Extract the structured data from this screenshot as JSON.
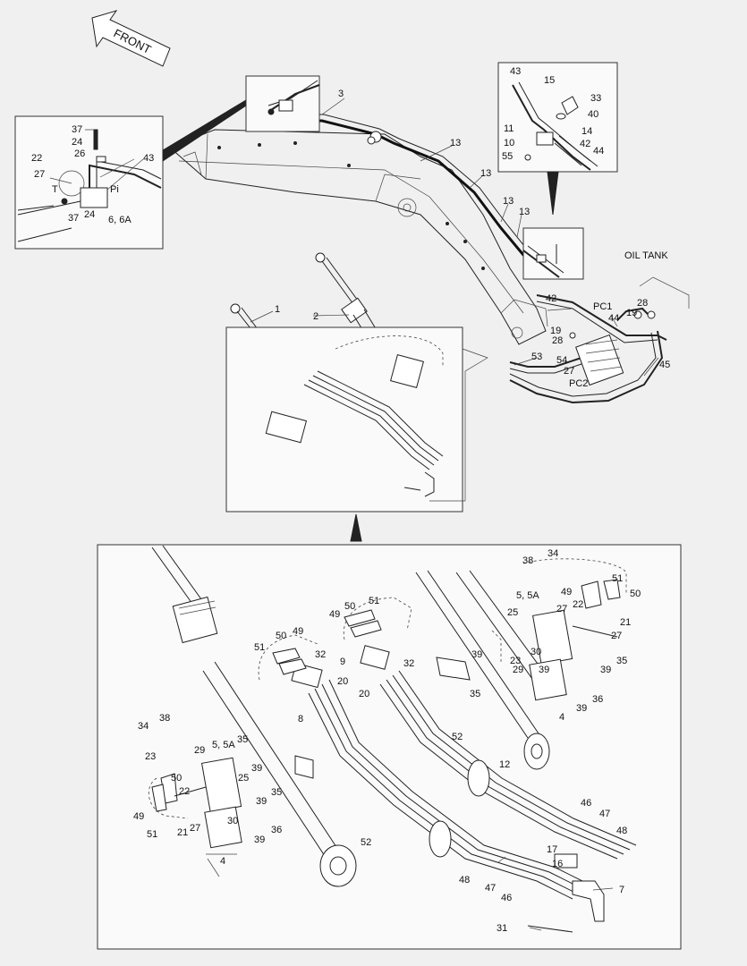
{
  "front_arrow": {
    "text": "FRONT"
  },
  "oil_tank": "OIL TANK",
  "labels": [
    {
      "id": "l_3",
      "t": "3"
    },
    {
      "id": "l_13a",
      "t": "13"
    },
    {
      "id": "l_13b",
      "t": "13"
    },
    {
      "id": "l_13c",
      "t": "13"
    },
    {
      "id": "l_13d",
      "t": "13"
    },
    {
      "id": "l_1",
      "t": "1"
    },
    {
      "id": "l_2",
      "t": "2"
    },
    {
      "id": "i1_37a",
      "t": "37"
    },
    {
      "id": "i1_24a",
      "t": "24"
    },
    {
      "id": "i1_26",
      "t": "26"
    },
    {
      "id": "i1_22",
      "t": "22"
    },
    {
      "id": "i1_43",
      "t": "43"
    },
    {
      "id": "i1_27",
      "t": "27"
    },
    {
      "id": "i1_T",
      "t": "T"
    },
    {
      "id": "i1_Pi",
      "t": "Pi"
    },
    {
      "id": "i1_37b",
      "t": "37"
    },
    {
      "id": "i1_24b",
      "t": "24"
    },
    {
      "id": "i1_6",
      "t": "6, 6A"
    },
    {
      "id": "i2_43",
      "t": "43"
    },
    {
      "id": "i2_15",
      "t": "15"
    },
    {
      "id": "i2_33",
      "t": "33"
    },
    {
      "id": "i2_40",
      "t": "40"
    },
    {
      "id": "i2_11",
      "t": "11"
    },
    {
      "id": "i2_14",
      "t": "14"
    },
    {
      "id": "i2_10",
      "t": "10"
    },
    {
      "id": "i2_42",
      "t": "42"
    },
    {
      "id": "i2_55",
      "t": "55"
    },
    {
      "id": "i2_44",
      "t": "44"
    },
    {
      "id": "r_42",
      "t": "42"
    },
    {
      "id": "r_PC1",
      "t": "PC1"
    },
    {
      "id": "r_44",
      "t": "44"
    },
    {
      "id": "r_19a",
      "t": "19"
    },
    {
      "id": "r_28a",
      "t": "28"
    },
    {
      "id": "r_19b",
      "t": "19"
    },
    {
      "id": "r_28b",
      "t": "28"
    },
    {
      "id": "r_53",
      "t": "53"
    },
    {
      "id": "r_54",
      "t": "54"
    },
    {
      "id": "r_27",
      "t": "27"
    },
    {
      "id": "r_PC2",
      "t": "PC2"
    },
    {
      "id": "r_45",
      "t": "45"
    },
    {
      "id": "b_38a",
      "t": "38"
    },
    {
      "id": "b_34a",
      "t": "34"
    },
    {
      "id": "b_49a",
      "t": "49"
    },
    {
      "id": "b_51a",
      "t": "51"
    },
    {
      "id": "b_50a",
      "t": "50"
    },
    {
      "id": "b_5a",
      "t": "5, 5A"
    },
    {
      "id": "b_25a",
      "t": "25"
    },
    {
      "id": "b_27a",
      "t": "27"
    },
    {
      "id": "b_22a",
      "t": "22"
    },
    {
      "id": "b_21a",
      "t": "21"
    },
    {
      "id": "b_27b",
      "t": "27"
    },
    {
      "id": "b_35a",
      "t": "35"
    },
    {
      "id": "b_23a",
      "t": "23"
    },
    {
      "id": "b_29a",
      "t": "29"
    },
    {
      "id": "b_30a",
      "t": "30"
    },
    {
      "id": "b_39a",
      "t": "39"
    },
    {
      "id": "b_39b",
      "t": "39"
    },
    {
      "id": "b_36a",
      "t": "36"
    },
    {
      "id": "b_4a",
      "t": "4"
    },
    {
      "id": "b_39c",
      "t": "39"
    },
    {
      "id": "b_39d",
      "t": "39"
    },
    {
      "id": "b_49b",
      "t": "49"
    },
    {
      "id": "b_50b",
      "t": "50"
    },
    {
      "id": "b_51b",
      "t": "51"
    },
    {
      "id": "b_50c",
      "t": "50"
    },
    {
      "id": "b_49c",
      "t": "49"
    },
    {
      "id": "b_32a",
      "t": "32"
    },
    {
      "id": "b_9",
      "t": "9"
    },
    {
      "id": "b_32b",
      "t": "32"
    },
    {
      "id": "b_51c",
      "t": "51"
    },
    {
      "id": "b_20a",
      "t": "20"
    },
    {
      "id": "b_20b",
      "t": "20"
    },
    {
      "id": "b_8",
      "t": "8"
    },
    {
      "id": "b_35b",
      "t": "35"
    },
    {
      "id": "b_52a",
      "t": "52"
    },
    {
      "id": "b_34b",
      "t": "34"
    },
    {
      "id": "b_38b",
      "t": "38"
    },
    {
      "id": "b_23b",
      "t": "23"
    },
    {
      "id": "b_29b",
      "t": "29"
    },
    {
      "id": "b_5b",
      "t": "5, 5A"
    },
    {
      "id": "b_35c",
      "t": "35"
    },
    {
      "id": "b_39e",
      "t": "39"
    },
    {
      "id": "b_25b",
      "t": "25"
    },
    {
      "id": "b_50d",
      "t": "50"
    },
    {
      "id": "b_22b",
      "t": "22"
    },
    {
      "id": "b_35d",
      "t": "35"
    },
    {
      "id": "b_39f",
      "t": "39"
    },
    {
      "id": "b_49d",
      "t": "49"
    },
    {
      "id": "b_51d",
      "t": "51"
    },
    {
      "id": "b_21b",
      "t": "21"
    },
    {
      "id": "b_27c",
      "t": "27"
    },
    {
      "id": "b_30b",
      "t": "30"
    },
    {
      "id": "b_39g",
      "t": "39"
    },
    {
      "id": "b_36b",
      "t": "36"
    },
    {
      "id": "b_4b",
      "t": "4"
    },
    {
      "id": "b_52b",
      "t": "52"
    },
    {
      "id": "b_12",
      "t": "12"
    },
    {
      "id": "b_46a",
      "t": "46"
    },
    {
      "id": "b_47a",
      "t": "47"
    },
    {
      "id": "b_48a",
      "t": "48"
    },
    {
      "id": "b_17",
      "t": "17"
    },
    {
      "id": "b_16",
      "t": "16"
    },
    {
      "id": "b_48b",
      "t": "48"
    },
    {
      "id": "b_47b",
      "t": "47"
    },
    {
      "id": "b_46b",
      "t": "46"
    },
    {
      "id": "b_7",
      "t": "7"
    },
    {
      "id": "b_31",
      "t": "31"
    }
  ]
}
